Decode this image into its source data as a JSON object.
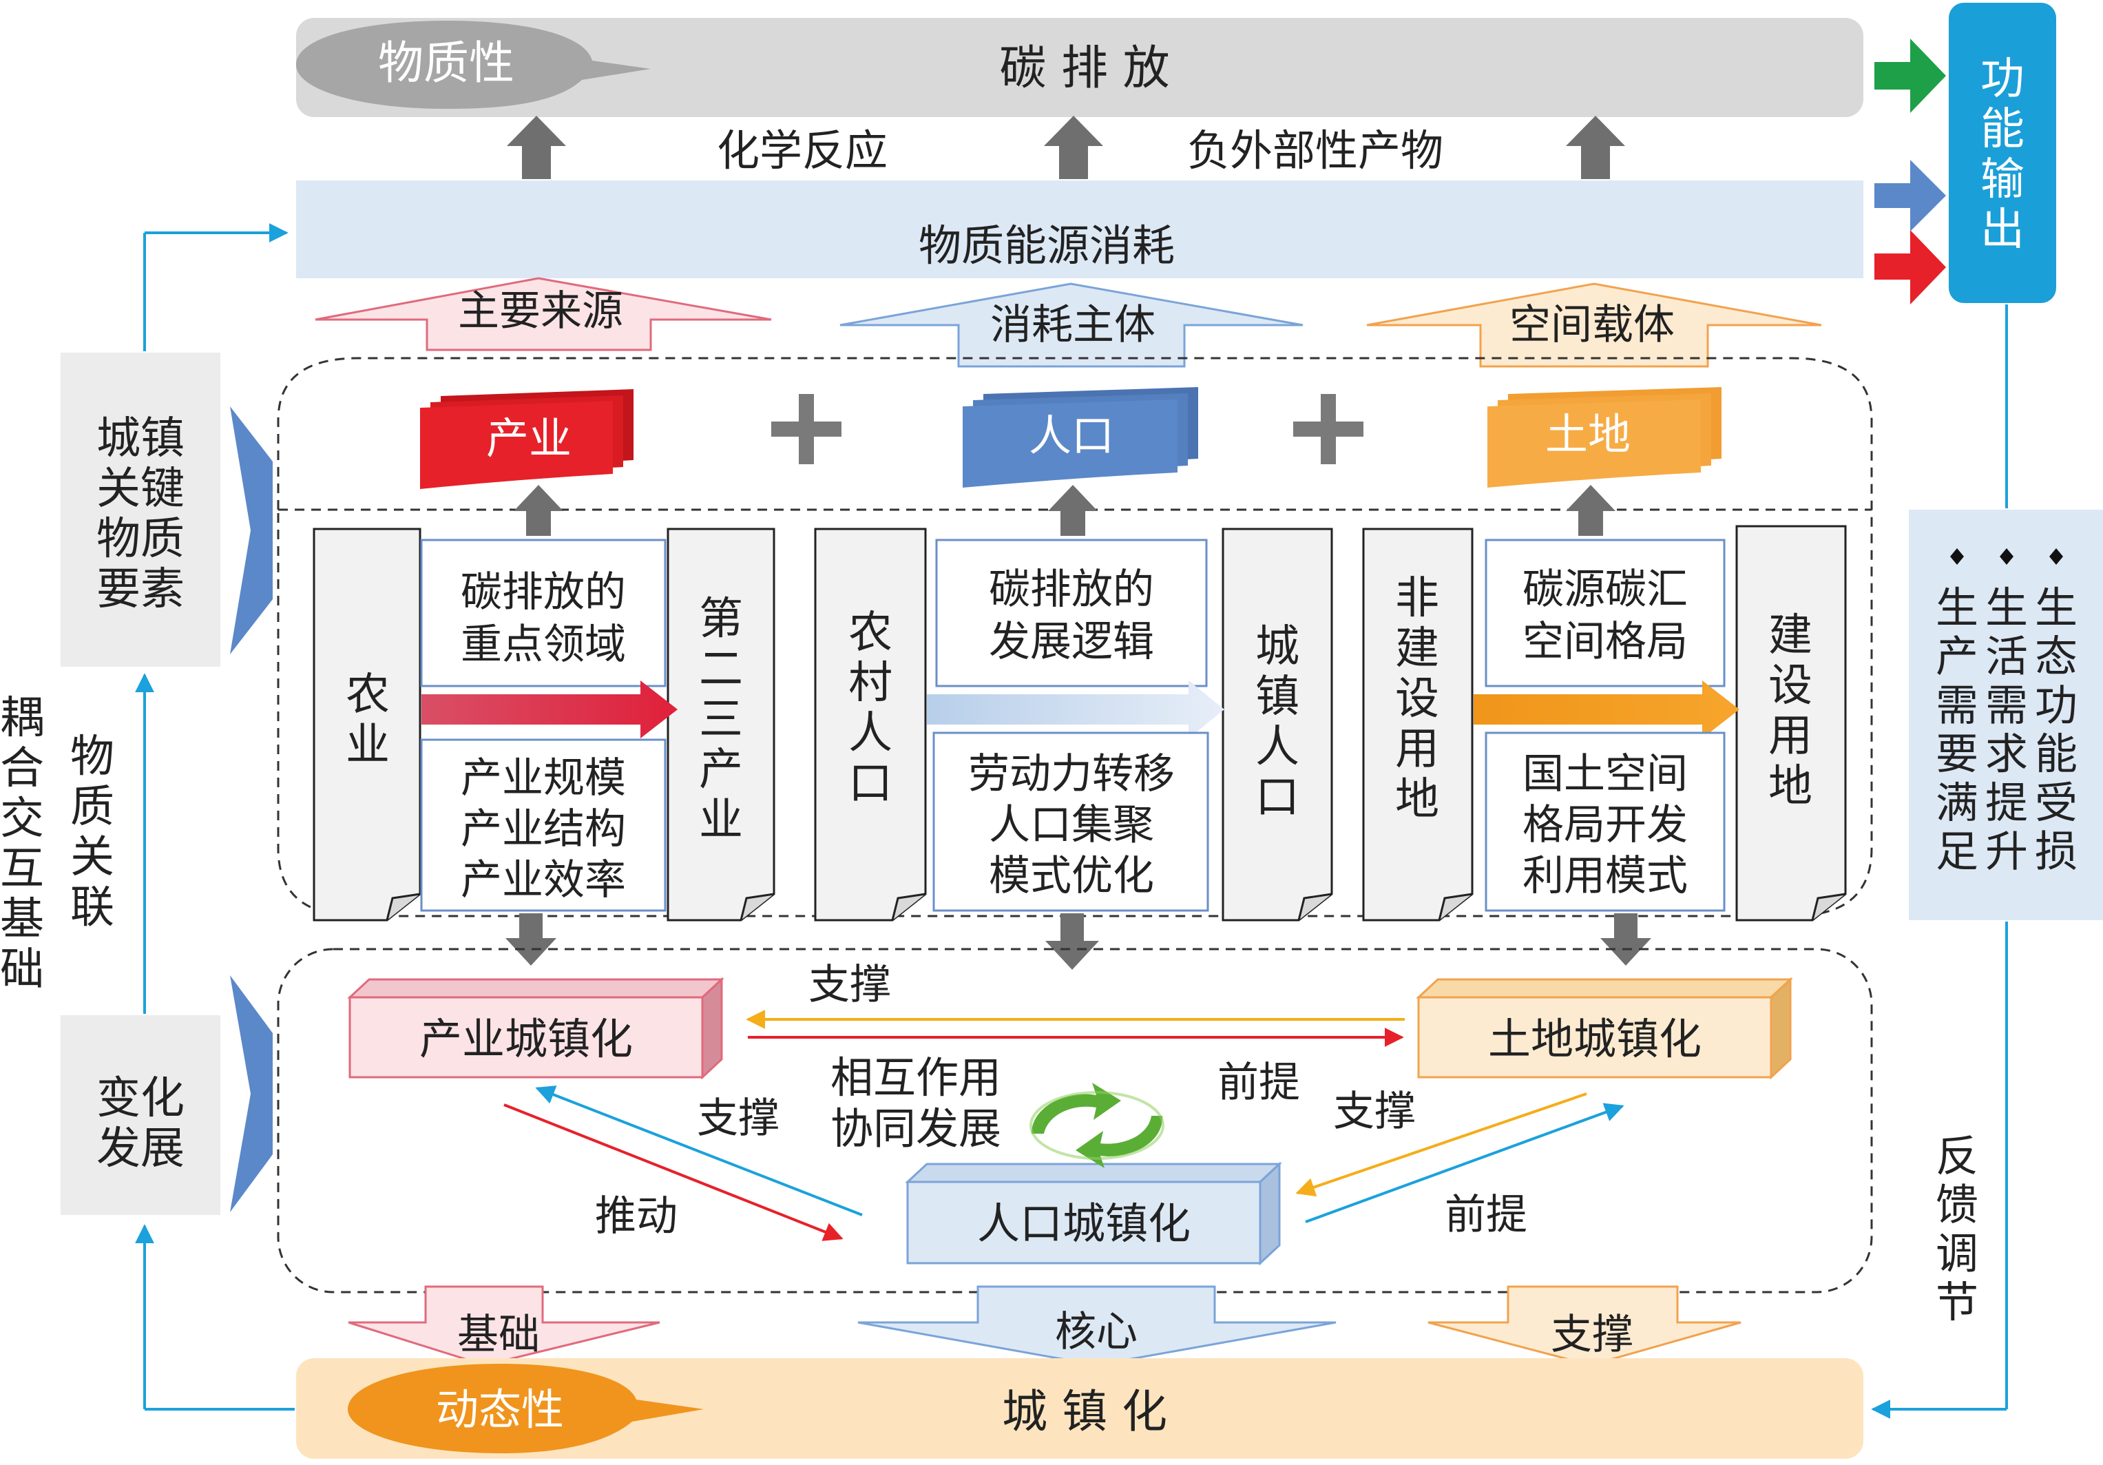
{
  "top_bar": {
    "badge": "物质性",
    "title": "碳 排 放"
  },
  "top_labels": {
    "chemical": "化学反应",
    "externality": "负外部性产物"
  },
  "consumption_bar": {
    "label": "物质能源消耗"
  },
  "upper_arrows": {
    "source": "主要来源",
    "subject": "消耗主体",
    "carrier": "空间载体"
  },
  "factors": {
    "industry": "产业",
    "population": "人口",
    "land": "土地"
  },
  "columns": {
    "industry": {
      "from": "农业",
      "to": "第二三产业",
      "top_box": [
        "碳排放的",
        "重点领域"
      ],
      "bottom_box": [
        "产业规模",
        "产业结构",
        "产业效率"
      ]
    },
    "population": {
      "from": "农村人口",
      "to": "城镇人口",
      "top_box": [
        "碳排放的",
        "发展逻辑"
      ],
      "bottom_box": [
        "劳动力转移",
        "人口集聚",
        "模式优化"
      ]
    },
    "land": {
      "from": "非建设用地",
      "to": "建设用地",
      "top_box": [
        "碳源碳汇",
        "空间格局"
      ],
      "bottom_box": [
        "国土空间",
        "格局开发",
        "利用模式"
      ]
    }
  },
  "urbanization": {
    "industrial": "产业城镇化",
    "land": "土地城镇化",
    "population": "人口城镇化",
    "center": [
      "相互作用",
      "协同发展"
    ],
    "rel_support_top": "支撑",
    "rel_premise_top": "前提",
    "rel_support_left": "支撑",
    "rel_drive": "推动",
    "rel_support_right": "支撑",
    "rel_premise_bottom": "前提"
  },
  "lower_arrows": {
    "basis": "基础",
    "core": "核心",
    "support": "支撑"
  },
  "bottom_bar": {
    "badge": "动态性",
    "title": "城 镇 化"
  },
  "left_panel": {
    "box_top": "城镇关键物质要素",
    "box_bottom": "变化发展",
    "link_label": "物质关联",
    "outer_label": "耦合交互基础"
  },
  "right_panel": {
    "output": "功能输出",
    "columns": [
      "生产需要满足",
      "生活需求提升",
      "生态功能受损"
    ],
    "feedback": "反馈调节"
  },
  "colors": {
    "red": "#e62129",
    "blue": "#5b88c9",
    "orange": "#f7ab45",
    "green": "#1ea048",
    "sky": "#1ba1dc",
    "gray": "#7a7a7a"
  }
}
